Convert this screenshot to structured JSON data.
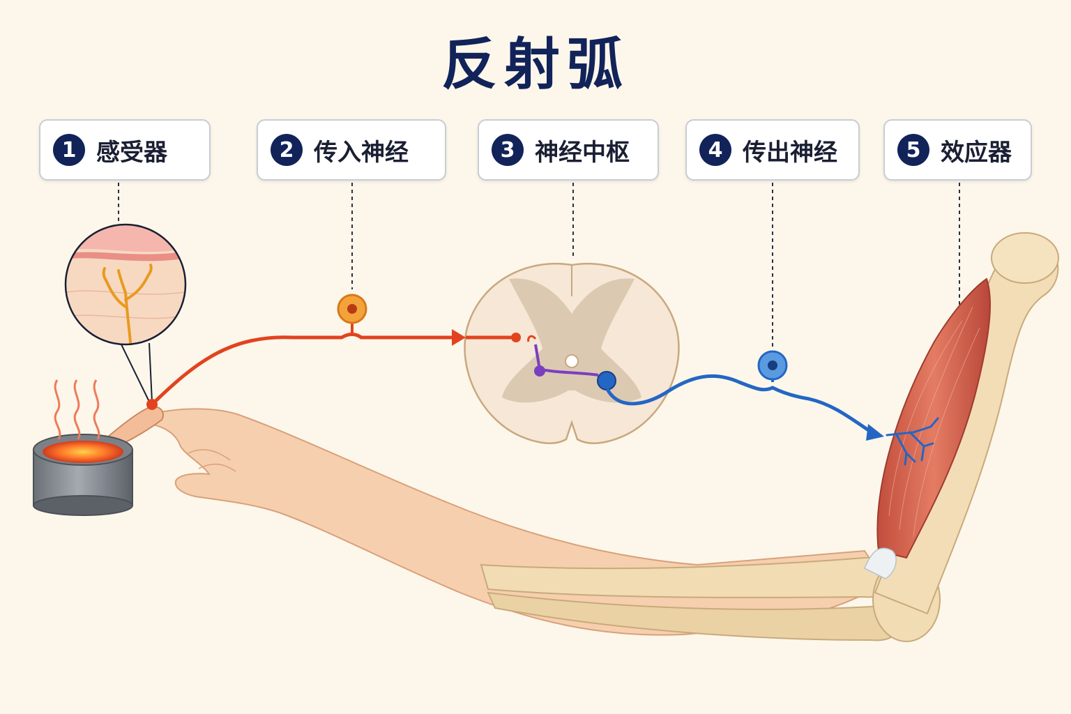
{
  "title": "反射弧",
  "steps": [
    {
      "number": "1",
      "label": "感受器"
    },
    {
      "number": "2",
      "label": "传入神经"
    },
    {
      "number": "3",
      "label": "神经中枢"
    },
    {
      "number": "4",
      "label": "传出神经"
    },
    {
      "number": "5",
      "label": "效应器"
    }
  ],
  "colors": {
    "title": "#12235a",
    "afferent": "#e2431f",
    "efferent": "#2466c4",
    "interneuron": "#7a3fc0",
    "skin": "#f7d3b3",
    "muscle": "#d9705a",
    "bone": "#f1dcb4"
  }
}
